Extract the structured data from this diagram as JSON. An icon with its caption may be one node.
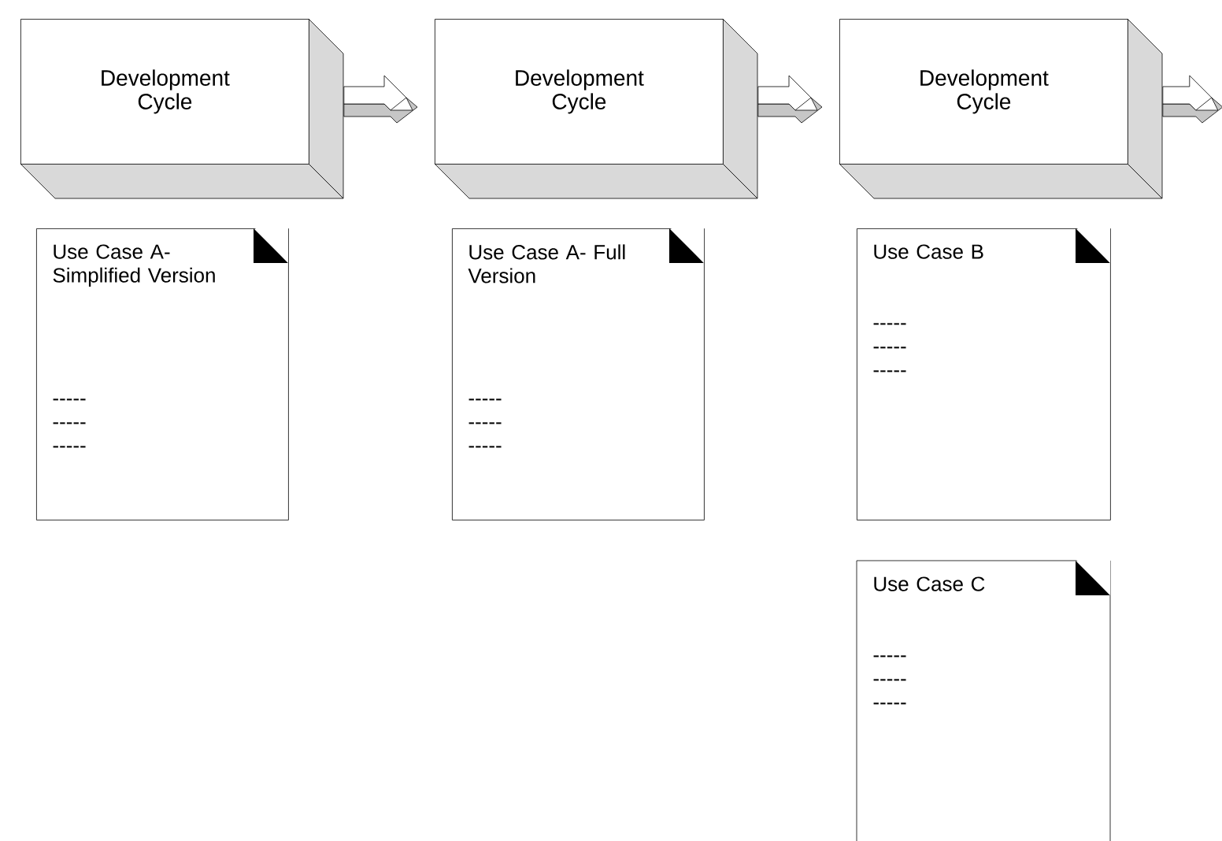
{
  "diagram": {
    "nodes": [
      {
        "text": [
          "Development Cycle"
        ]
      },
      {
        "text": [
          "Development Cycle"
        ]
      },
      {
        "text": [
          "Development Cycle"
        ]
      },
      {
        "text": [
          "Use Case A- Simplified Version",
          "-----",
          "-----",
          "-----"
        ]
      },
      {
        "text": [
          "Use Case A- Full Version",
          "-----",
          "-----",
          "-----"
        ]
      },
      {
        "text": [
          "Use Case B",
          "-----",
          "-----",
          "-----"
        ]
      },
      {
        "text": [
          "Use Case C",
          "-----",
          "-----",
          "-----"
        ]
      }
    ],
    "edges": [
      {
        "from": 0,
        "to": 1,
        "arrow": "to"
      },
      {
        "from": 1,
        "to": 2,
        "arrow": "to"
      },
      {
        "from": 2,
        "to": null,
        "arrow": "to"
      }
    ]
  }
}
